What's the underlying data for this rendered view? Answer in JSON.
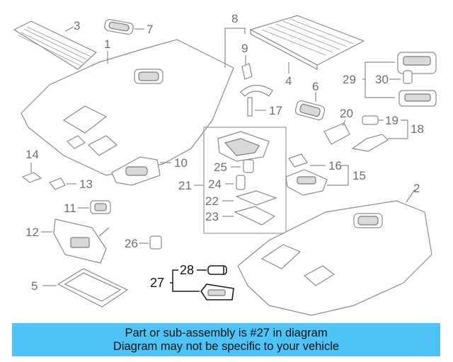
{
  "callouts": {
    "c1": "1",
    "c2": "2",
    "c3": "3",
    "c4": "4",
    "c5": "5",
    "c6": "6",
    "c7": "7",
    "c8": "8",
    "c9": "9",
    "c10": "10",
    "c11": "11",
    "c12": "12",
    "c13": "13",
    "c14": "14",
    "c15": "15",
    "c16": "16",
    "c17": "17",
    "c18": "18",
    "c19": "19",
    "c20": "20",
    "c21": "21",
    "c22": "22",
    "c23": "23",
    "c24": "24",
    "c25": "25",
    "c26": "26",
    "c27": "27",
    "c28": "28",
    "c29": "29",
    "c30": "30"
  },
  "highlighted_part": "27",
  "banner": {
    "line1": "Part or sub-assembly is #27 in diagram",
    "line2": "Diagram may not be specific to your vehicle",
    "color": "#4dc3f7"
  }
}
